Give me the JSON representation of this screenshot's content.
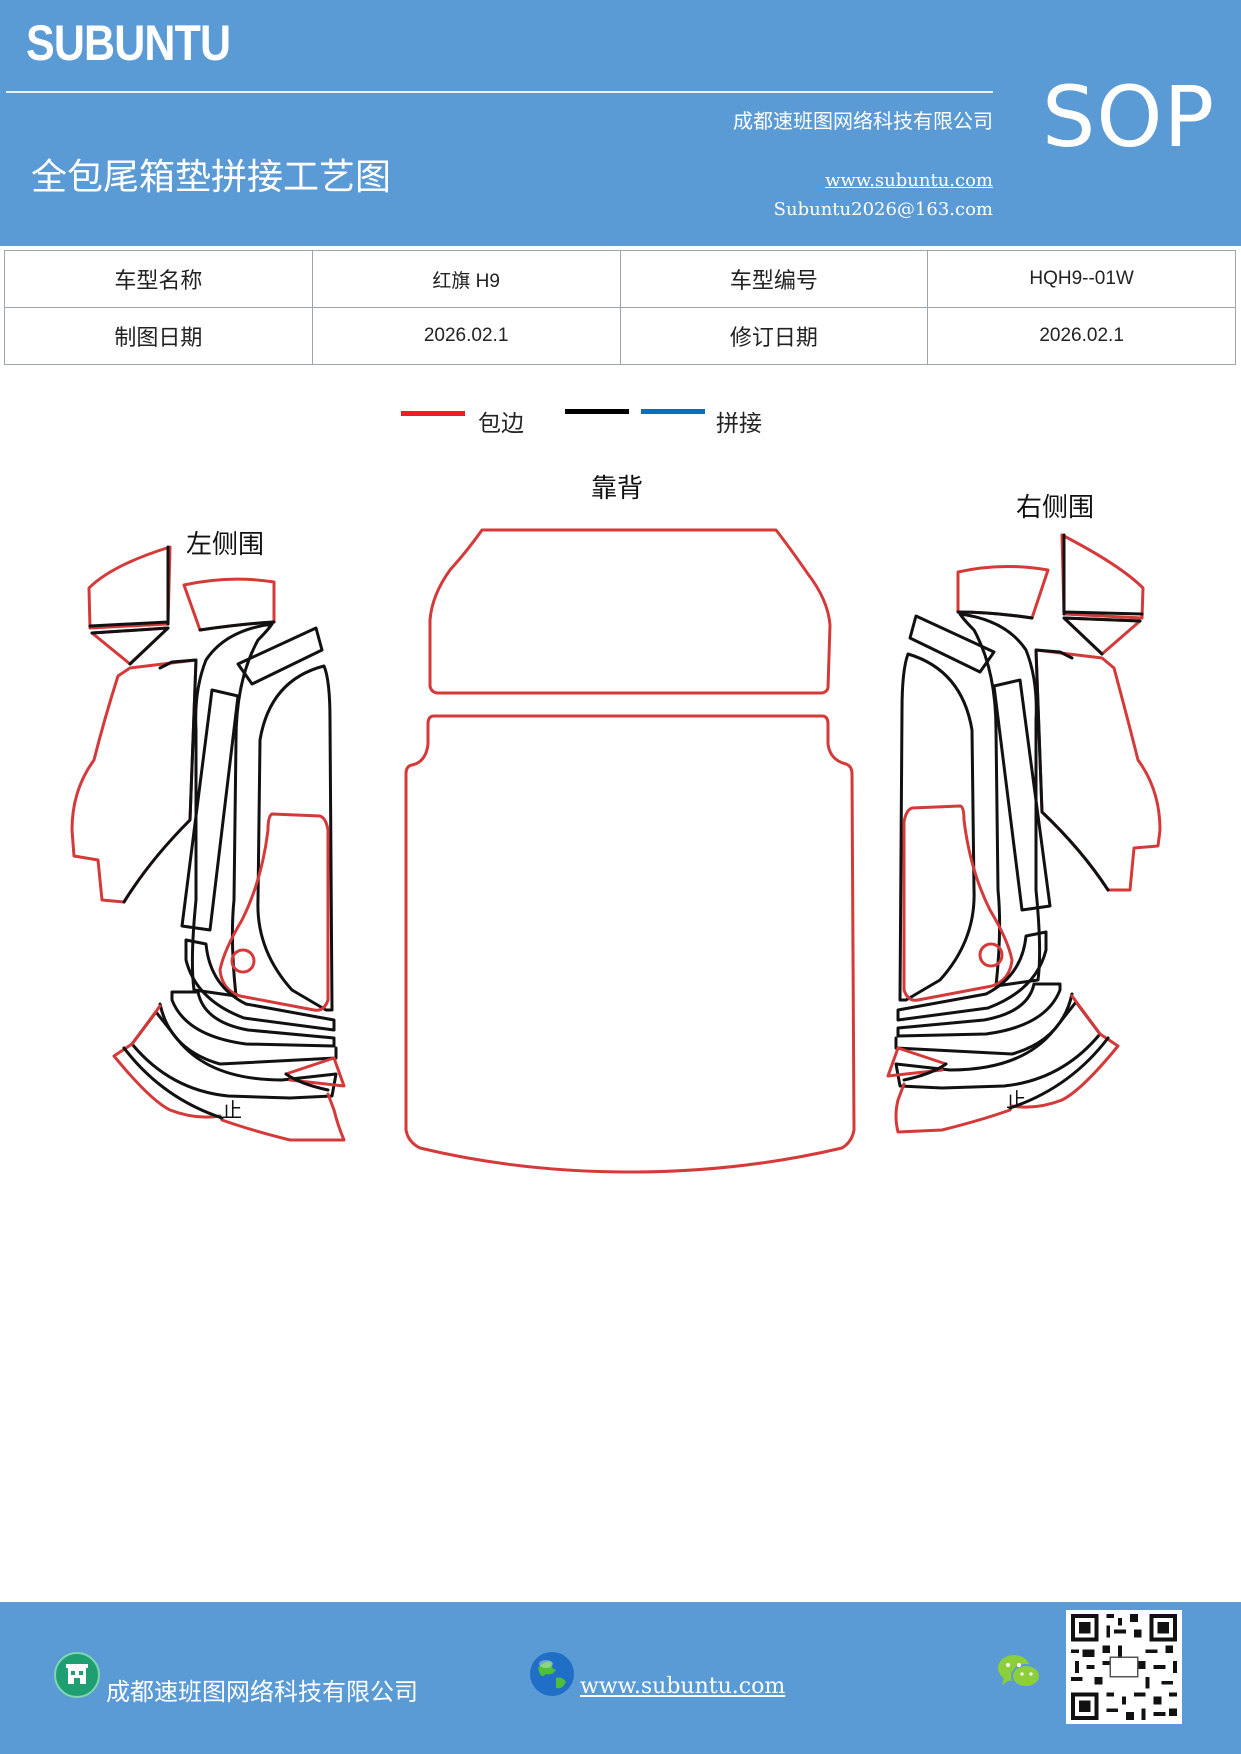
{
  "header": {
    "brand": "SUBUNTU",
    "sop_label": "SOP",
    "company": "成都速班图网络科技有限公司",
    "title": "全包尾箱垫拼接工艺图",
    "website": "www.subuntu.com",
    "email": "Subuntu2026@163.com"
  },
  "info_table": {
    "rows": [
      {
        "label1": "车型名称",
        "value1": "红旗 H9",
        "label2": "车型编号",
        "value2": "HQH9--01W"
      },
      {
        "label1": "制图日期",
        "value1": "2026.02.1",
        "label2": "修订日期",
        "value2": "2026.02.1"
      }
    ]
  },
  "legend": {
    "items": [
      {
        "label": "包边",
        "color": "#ee1c25"
      },
      {
        "label": "",
        "color": "#000000"
      },
      {
        "label": "拼接",
        "color": "#0070c0"
      }
    ]
  },
  "drawing": {
    "labels": {
      "backrest": "靠背",
      "left_side": "左侧围",
      "right_side": "右侧围",
      "stop_left": "止",
      "stop_right": "止"
    },
    "colors": {
      "edge": "#d43a3a",
      "seam": "#111111"
    }
  },
  "footer": {
    "company": "成都速班图网络科技有限公司",
    "website": "www.subuntu.com",
    "icons": [
      "building-icon",
      "globe-icon",
      "wechat-icon",
      "qr-code"
    ]
  }
}
